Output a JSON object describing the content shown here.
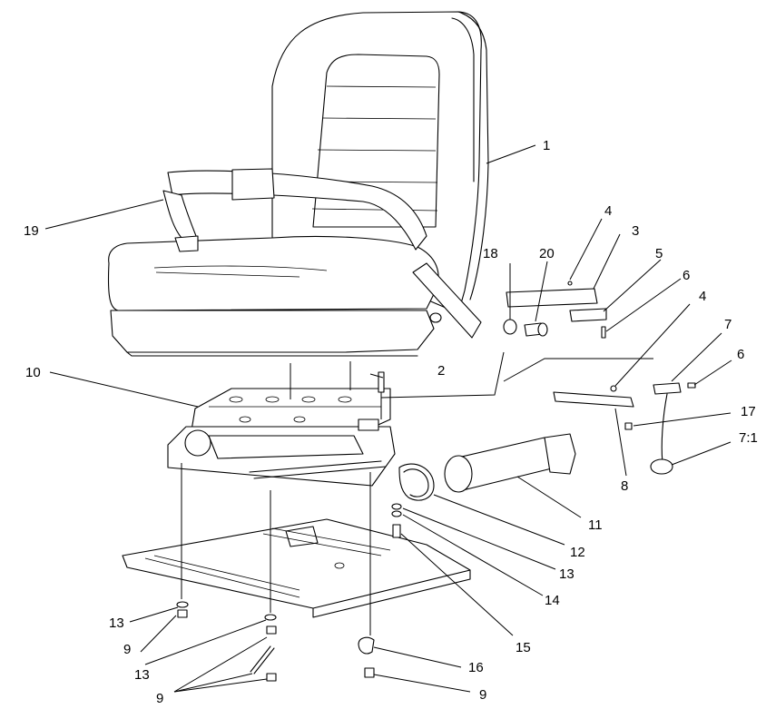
{
  "callouts": [
    {
      "id": "c1",
      "text": "1"
    },
    {
      "id": "c2",
      "text": "2"
    },
    {
      "id": "c3",
      "text": "3"
    },
    {
      "id": "c4a",
      "text": "4"
    },
    {
      "id": "c4b",
      "text": "4"
    },
    {
      "id": "c5",
      "text": "5"
    },
    {
      "id": "c6a",
      "text": "6"
    },
    {
      "id": "c6b",
      "text": "6"
    },
    {
      "id": "c7",
      "text": "7"
    },
    {
      "id": "c71",
      "text": "7:1"
    },
    {
      "id": "c8",
      "text": "8"
    },
    {
      "id": "c9a",
      "text": "9"
    },
    {
      "id": "c9b",
      "text": "9"
    },
    {
      "id": "c9c",
      "text": "9"
    },
    {
      "id": "c10",
      "text": "10"
    },
    {
      "id": "c11",
      "text": "11"
    },
    {
      "id": "c12",
      "text": "12"
    },
    {
      "id": "c13a",
      "text": "13"
    },
    {
      "id": "c13b",
      "text": "13"
    },
    {
      "id": "c13c",
      "text": "13"
    },
    {
      "id": "c14",
      "text": "14"
    },
    {
      "id": "c15",
      "text": "15"
    },
    {
      "id": "c16",
      "text": "16"
    },
    {
      "id": "c17",
      "text": "17"
    },
    {
      "id": "c18",
      "text": "18"
    },
    {
      "id": "c19",
      "text": "19"
    },
    {
      "id": "c20",
      "text": "20"
    }
  ]
}
